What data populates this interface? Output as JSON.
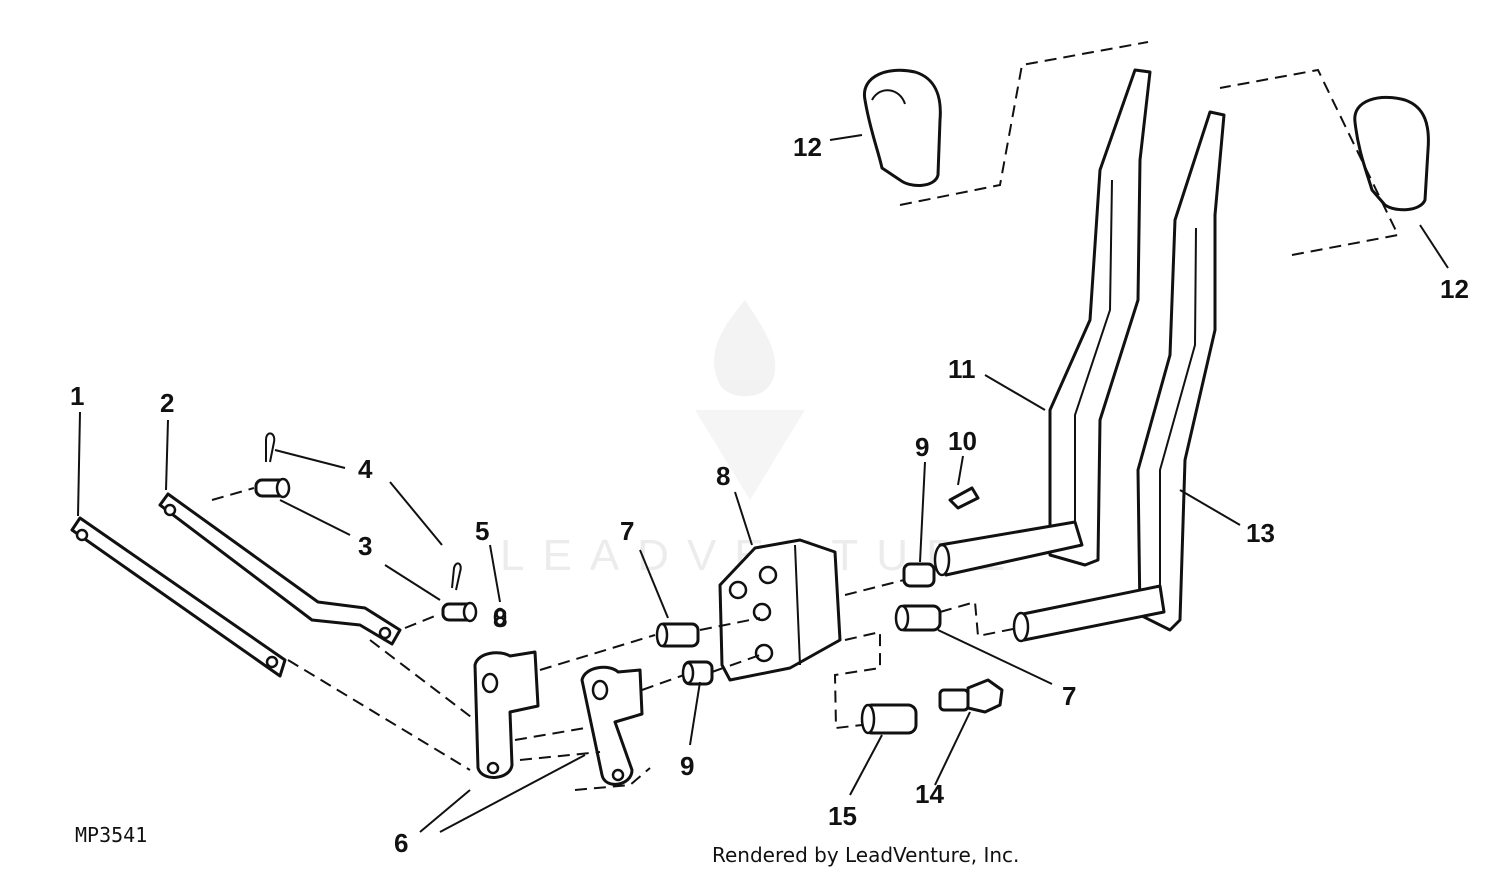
{
  "diagram": {
    "figure_code": "MP3541",
    "credit": "Rendered by LeadVenture, Inc.",
    "watermark": "LEADVENTURE",
    "callouts": {
      "c1": "1",
      "c2": "2",
      "c3": "3",
      "c4": "4",
      "c5": "5",
      "c6": "6",
      "c7a": "7",
      "c7b": "7",
      "c8a": "8",
      "c8b": "8",
      "c9a": "9",
      "c9b": "9",
      "c10": "10",
      "c11": "11",
      "c12a": "12",
      "c12b": "12",
      "c13": "13",
      "c14": "14",
      "c15": "15"
    }
  }
}
